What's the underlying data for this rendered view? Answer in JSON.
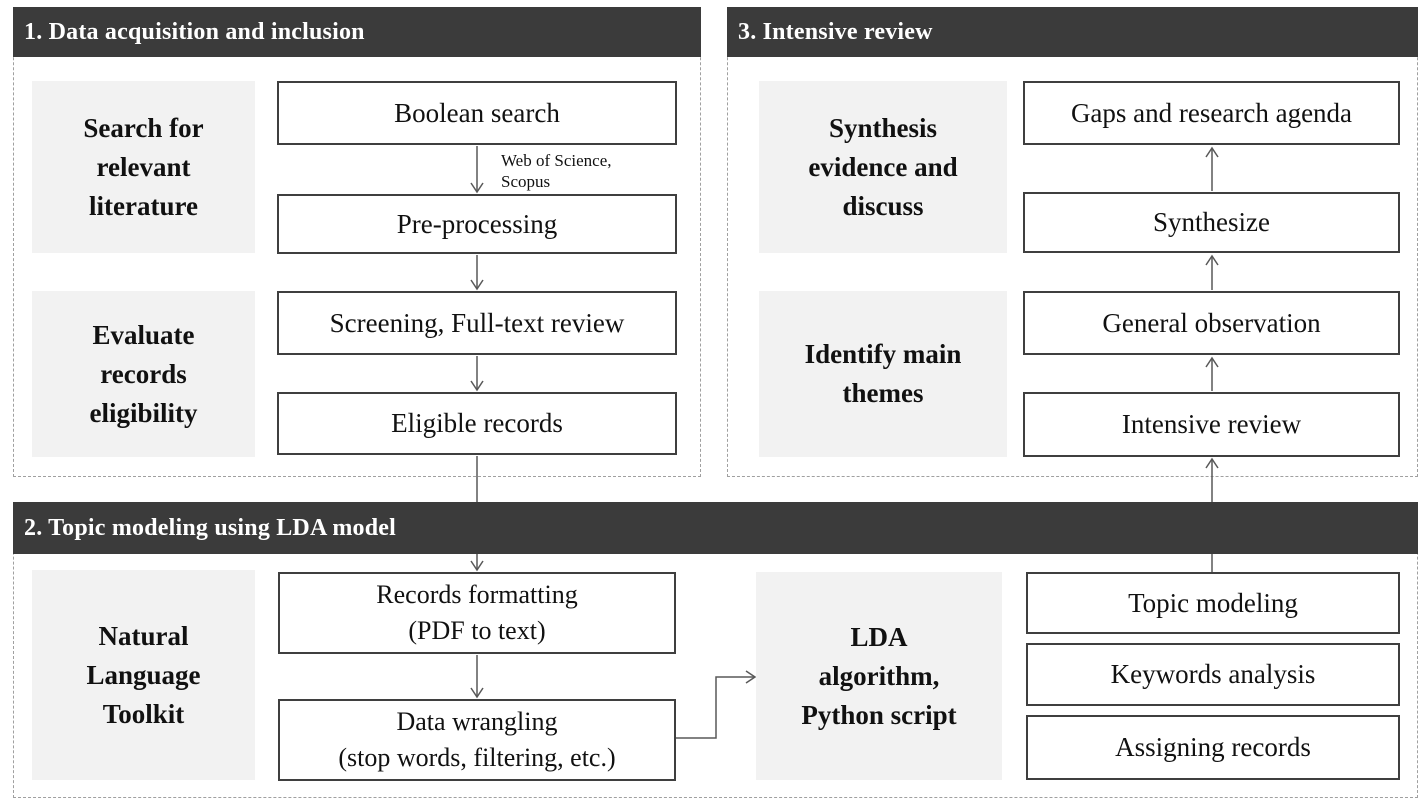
{
  "colors": {
    "header_bg": "#3b3b3b",
    "header_text": "#ffffff",
    "label_bg": "#f2f2f2",
    "box_border": "#3f3f3f",
    "line_color": "#595959",
    "section_border": "#a0a0a0"
  },
  "section1": {
    "title": "1. Data acquisition and inclusion",
    "label1": "Search for\nrelevant\nliterature",
    "label2": "Evaluate\nrecords\neligibility",
    "step1": "Boolean search",
    "step2": "Pre-processing",
    "step3": "Screening, Full-text review",
    "step4": "Eligible records",
    "arrow_note": "Web of Science,\nScopus"
  },
  "section2": {
    "title": "2. Topic modeling using LDA model",
    "label1": "Natural\nLanguage\nToolkit",
    "label2": "LDA\nalgorithm,\nPython script",
    "step1": "Records formatting\n(PDF to text)",
    "step2": "Data wrangling\n(stop words, filtering, etc.)",
    "step3": "Topic modeling",
    "step4": "Keywords analysis",
    "step5": "Assigning records"
  },
  "section3": {
    "title": "3. Intensive review",
    "label1": "Synthesis\nevidence and\ndiscuss",
    "label2": "Identify main\nthemes",
    "step1": "Gaps and research agenda",
    "step2": "Synthesize",
    "step3": "General observation",
    "step4": "Intensive review"
  }
}
